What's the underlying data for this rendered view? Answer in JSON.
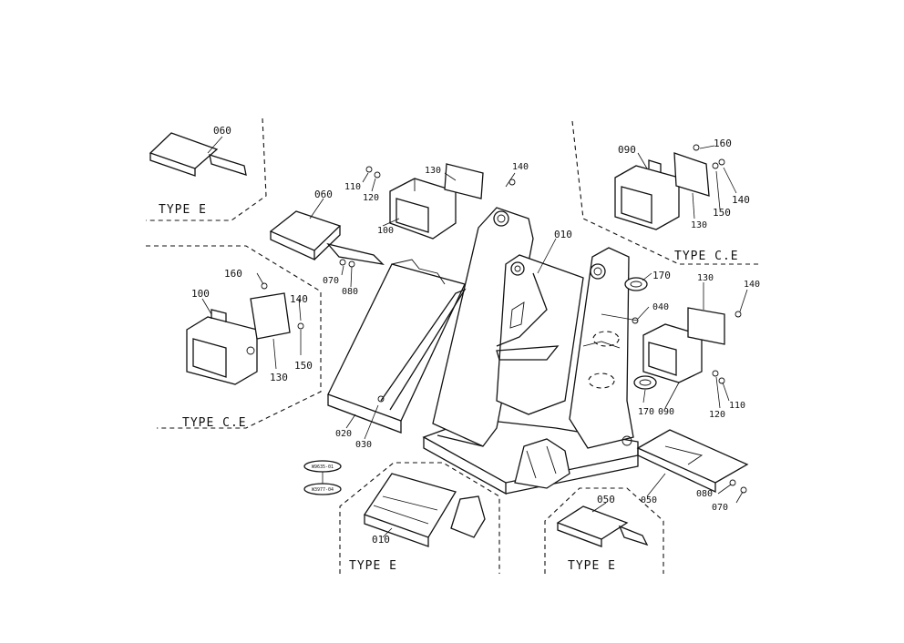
{
  "type_labels": {
    "e_top_left": "TYPE  E",
    "ce_left": "TYPE C.E",
    "ce_right": "TYPE C.E",
    "e_bottom_center": "TYPE  E",
    "e_bottom_right": "TYPE  E"
  },
  "parts": {
    "p060_inset": "060",
    "p060_main": "060",
    "p010_main": "010",
    "p010_inset": "010",
    "p020": "020",
    "p030": "030",
    "p040": "040",
    "p050_main": "050",
    "p050_inset": "050",
    "p070_left": "070",
    "p070_right": "070",
    "p080_left": "080",
    "p080_right": "080",
    "p090_inset": "090",
    "p090_main": "090",
    "p100_main": "100",
    "p100_inset": "100",
    "p110_left": "110",
    "p110_right": "110",
    "p120_left": "120",
    "p120_right": "120",
    "p130_top": "130",
    "p130_inset_r": "130",
    "p130_inset_l": "130",
    "p130_right": "130",
    "p140_top": "140",
    "p140_inset_r": "140",
    "p140_inset_l": "140",
    "p140_right": "140",
    "p150_inset_r": "150",
    "p150_inset_l": "150",
    "p160_inset_r": "160",
    "p160_inset_l": "160",
    "p170_top": "170",
    "p170_bottom": "170"
  },
  "tags": {
    "tag1": "W9635-01",
    "tag2": "W3977-04"
  }
}
